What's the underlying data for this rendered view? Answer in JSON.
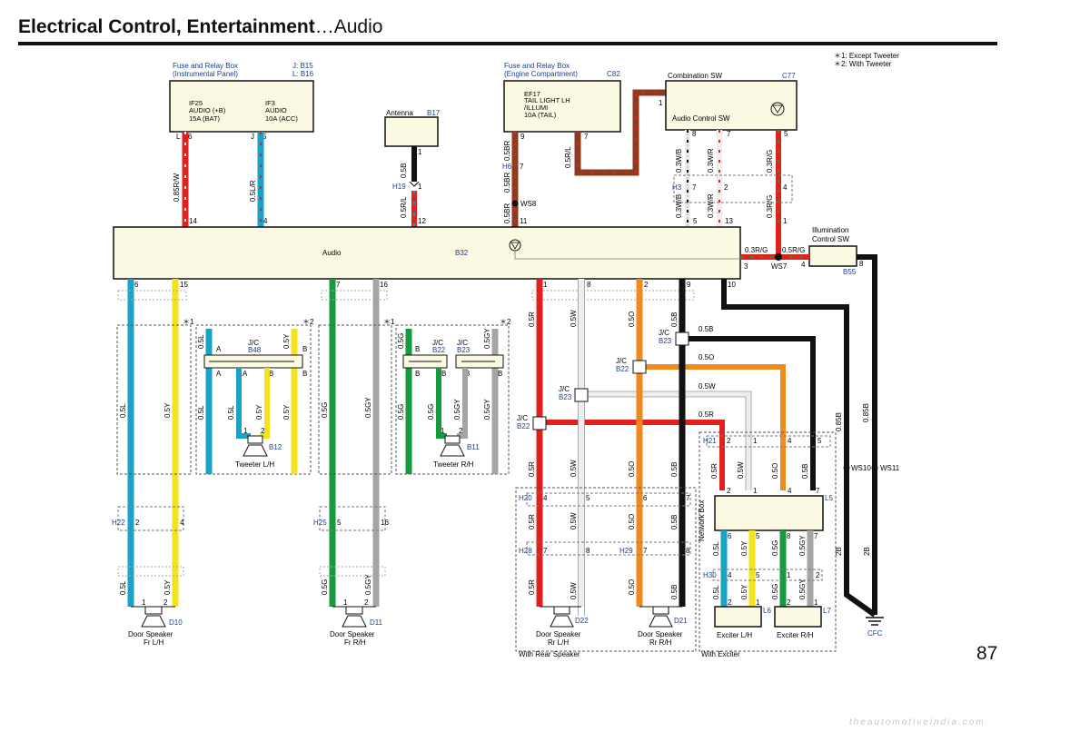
{
  "header": {
    "title_main": "Electrical Control, Entertainment",
    "title_sub": "…Audio"
  },
  "notes": [
    "＊1: Except Tweeter",
    "＊2: With Tweeter"
  ],
  "page_number": "87",
  "watermark": "theautomotiveindia.com",
  "colors": {
    "red": "#e0211d",
    "blue": "#1aa2c7",
    "yellow": "#f3e31d",
    "green": "#159a3e",
    "gray": "#a5a5a5",
    "brown": "#8c3b1e",
    "orange": "#ef8a1e",
    "black": "#111111",
    "white_wire": "#eeeeee",
    "box_fill": "#fbf9e2"
  },
  "fuse_box_ip": {
    "title1": "Fuse and Relay Box",
    "title2": "(Instrumental Panel)",
    "code1": "J: B15",
    "code2": "L: B16",
    "f1_name": "IF25",
    "f1_l1": "AUDIO (+B)",
    "f1_l2": "15A (BAT)",
    "f2_name": "IF3",
    "f2_l1": "AUDIO",
    "f2_l2": "10A (ACC)",
    "pin_l": "L",
    "pin_6": "6",
    "pin_j": "J",
    "pin_5": "5",
    "w1": "0.85R/W",
    "w2": "0.5L/R",
    "pin_14": "14",
    "pin_4": "4"
  },
  "antenna": {
    "title": "Antenna",
    "code": "B17",
    "pin1": "1",
    "w1": "0.5B",
    "conn": "H19",
    "pin_h": "1",
    "w2": "0.5R/L",
    "pin_12": "12"
  },
  "fuse_box_ec": {
    "title1": "Fuse and Relay Box",
    "title2": "(Engine Compartment)",
    "code": "C82",
    "f_name": "EF17",
    "f_l1": "TAIL LIGHT LH",
    "f_l2": "/ILLUMI",
    "f_l3": "10A (TAIL)",
    "pin9": "9",
    "pin7": "7",
    "w1": "0.5BR",
    "w2": "0.5R/L",
    "conn": "H6",
    "pin_h7": "7",
    "w3": "0.5BR",
    "splice": "WS8",
    "w4": "0.5BR",
    "pin11": "11"
  },
  "combo_sw": {
    "title": "Combination SW",
    "code": "C77",
    "label": "Audio Control SW",
    "pin1": "1",
    "pin8": "8",
    "pin7": "7",
    "pin5": "5",
    "w1": "0.3W/B",
    "w2": "0.3W/R",
    "w3": "0.3R/G",
    "conn": "H3",
    "p7": "7",
    "p2": "2",
    "p4": "4",
    "w4": "0.3W/B",
    "w5": "0.3W/R",
    "w6": "0.3R/G",
    "p5": "5",
    "p13": "13",
    "p1": "1"
  },
  "audio_unit": {
    "name": "Audio",
    "code": "B32"
  },
  "illumination": {
    "title1": "Illumination",
    "title2": "Control SW",
    "code": "B55",
    "pin8": "8",
    "pin4": "4",
    "w1": "0.3R/G",
    "w2": "0.5R/G",
    "splice": "WS7",
    "pin3": "3",
    "pin10": "10"
  },
  "audio_pins": {
    "p6": "6",
    "p15": "15",
    "p7": "7",
    "p16": "16",
    "p1": "1",
    "p8": "8",
    "p2": "2",
    "p9": "9"
  },
  "fr_lh": {
    "star": "＊1",
    "star2": "＊2",
    "w_l": "0.5L",
    "w_y": "0.5Y",
    "jc": "J/C",
    "jc_code": "B48",
    "tw_code": "B12",
    "tw_label": "Tweeter  L/H",
    "conn": "H22",
    "p2": "2",
    "p4": "4",
    "spk_code": "D10",
    "spk1": "Door Speaker",
    "spk2": "Fr L/H",
    "a": "A",
    "b": "B",
    "n1": "1",
    "n2": "2"
  },
  "fr_rh": {
    "w_g": "0.5G",
    "w_gy": "0.5GY",
    "jc": "J/C",
    "jc1": "B22",
    "jc2": "B23",
    "tw_code": "B11",
    "tw_label": "Tweeter  R/H",
    "conn": "H25",
    "p5": "5",
    "p16": "16",
    "spk_code": "D11",
    "spk1": "Door Speaker",
    "spk2": "Fr R/H"
  },
  "rear": {
    "w_r": "0.5R",
    "w_w": "0.5W",
    "w_o": "0.5O",
    "w_b": "0.5B",
    "h20": "H20",
    "h28": "H28",
    "h29": "H29",
    "p4": "4",
    "p5": "5",
    "p6": "6",
    "p7": "7",
    "p8": "8",
    "spk_lh": "D22",
    "spk_rh": "D21",
    "spk1": "Door Speaker",
    "lh": "Rr L/H",
    "rh": "Rr R/H",
    "box": "With Rear Speaker",
    "jc": "J/C",
    "b22": "B22",
    "b23": "B23"
  },
  "exciter": {
    "box": "With Exciter",
    "nb": "Network Box",
    "h21": "H21",
    "h30": "H30",
    "l5": "L5",
    "l6": "L6",
    "l7": "L7",
    "ex_lh": "Exciter L/H",
    "ex_rh": "Exciter R/H",
    "ws10": "WS10",
    "ws11": "WS11",
    "cfc": "CFC",
    "w85b": "0.85B",
    "w2b": "2B"
  }
}
